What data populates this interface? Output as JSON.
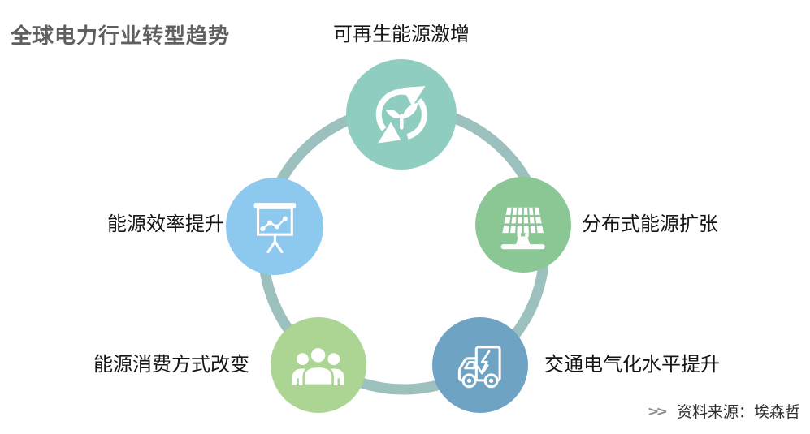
{
  "title": "全球电力行业转型趋势",
  "diagram": {
    "ring_color": "#9cc0bd",
    "nodes": [
      {
        "label": "可再生能源激增",
        "color": "#8ecdbf",
        "icon": "recycle-leaf-icon"
      },
      {
        "label": "分布式能源扩张",
        "color": "#8bc795",
        "icon": "solar-panel-icon"
      },
      {
        "label": "交通电气化水平提升",
        "color": "#6fa3c3",
        "icon": "electric-truck-icon"
      },
      {
        "label": "能源消费方式改变",
        "color": "#acd492",
        "icon": "people-group-icon"
      },
      {
        "label": "能源效率提升",
        "color": "#8dc9ef",
        "icon": "presentation-chart-icon"
      }
    ]
  },
  "source": {
    "marker": ">>",
    "text": "资料来源：埃森哲"
  }
}
